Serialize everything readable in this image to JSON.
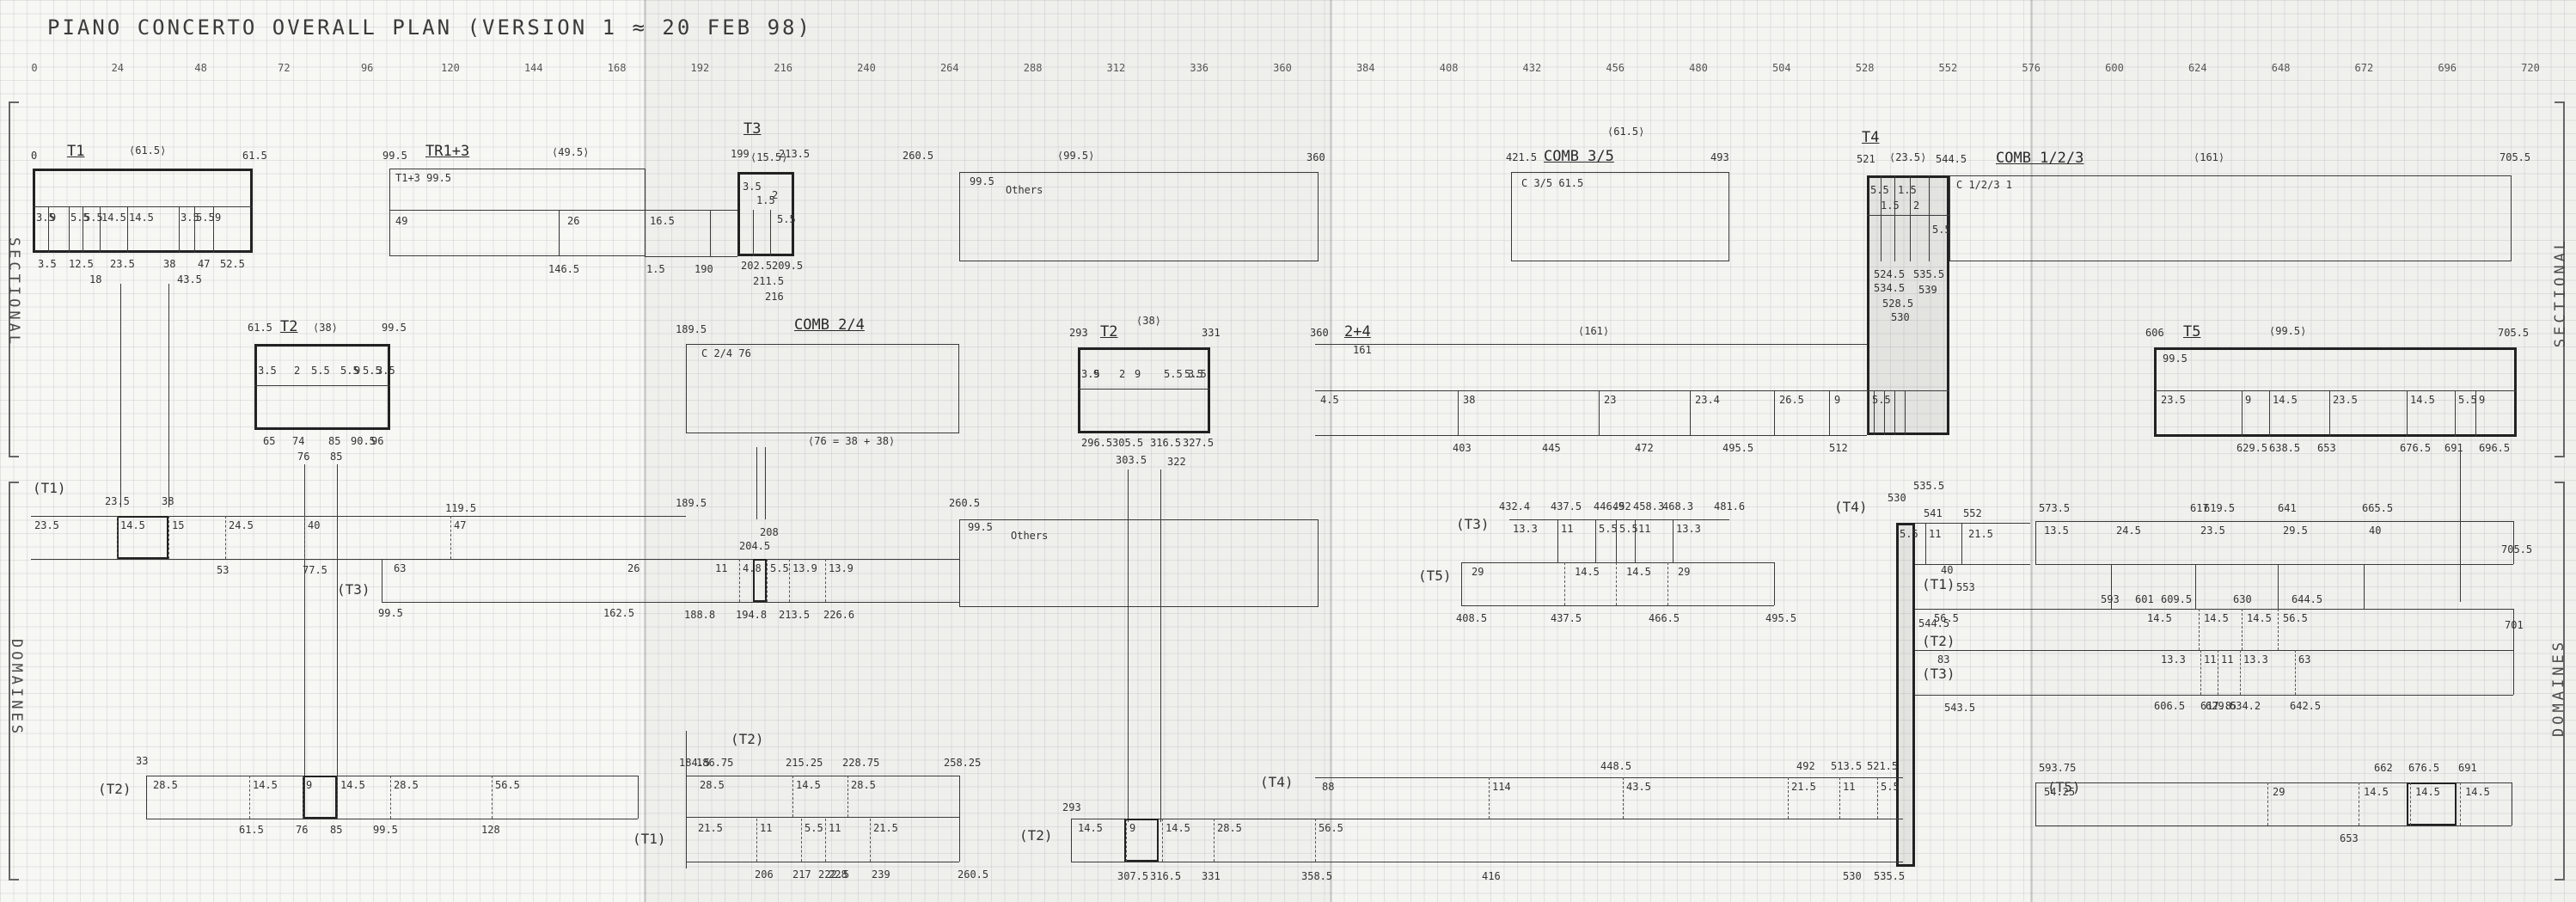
{
  "title": "PIANO CONCERTO OVERALL PLAN (VERSION 1 ≈ 20 FEB 98)",
  "axis_ticks": [
    "0",
    "24",
    "48",
    "72",
    "96",
    "120",
    "144",
    "168",
    "192",
    "216",
    "240",
    "264",
    "288",
    "312",
    "336",
    "360",
    "384",
    "408",
    "432",
    "456",
    "480",
    "504",
    "528",
    "552",
    "576",
    "600",
    "624",
    "648",
    "672",
    "696",
    "720"
  ],
  "side_labels": {
    "sectional_left": "SECTIONAL",
    "sectional_right": "SECTIONAL",
    "domaines_left": "DOMAINES",
    "domaines_right": "DOMAINES"
  },
  "sectional": {
    "t1": {
      "name": "T1",
      "duration": "⟨61.5⟩",
      "start": "0",
      "end": "61.5",
      "segments": [
        "3.5",
        "9",
        "5.5",
        "5.5",
        "14.5",
        "14.5",
        "3.5",
        "5.5",
        "9"
      ],
      "below": [
        "3.5",
        "12.5",
        "23.5",
        "38",
        "47",
        "52.5"
      ],
      "below2": [
        "18",
        "43.5"
      ]
    },
    "tr13": {
      "name": "TR1+3",
      "duration": "⟨49.5⟩",
      "start": "99.5",
      "inner": "T1+3  99.5",
      "left_val": "49",
      "mid_val": "26",
      "end_val": "146.5"
    },
    "t3": {
      "name": "T3",
      "duration": "⟨15.5⟩",
      "start": "199",
      "end": "213.5",
      "left_val": "16.5",
      "inner": [
        "3.5",
        "1.5",
        "2",
        "5.5"
      ],
      "below": [
        "1.5",
        "190",
        "202.5",
        "209.5",
        "211.5",
        "216"
      ]
    },
    "other1": {
      "start": "260.5",
      "duration": "⟨99.5⟩",
      "end": "360",
      "inner_num": "99.5",
      "inner_text": "Others"
    },
    "comb35": {
      "name": "COMB 3/5",
      "duration": "⟨61.5⟩",
      "start": "421.5",
      "end": "493",
      "inner": "C 3/5  61.5"
    },
    "t4": {
      "name": "T4",
      "duration": "⟨23.5⟩",
      "start": "521",
      "end": "544.5",
      "inner": [
        "5.5",
        "1.5",
        "1.5",
        "2",
        "5.5"
      ],
      "below": [
        "524.5",
        "535.5",
        "534.5",
        "539",
        "528.5",
        "530"
      ]
    },
    "comb123": {
      "name": "COMB 1/2/3",
      "duration": "⟨161⟩",
      "start": "544.5",
      "end": "705.5",
      "inner": "C 1/2/3  1"
    },
    "t2a": {
      "name": "T2",
      "duration": "⟨38⟩",
      "start": "61.5",
      "end": "99.5",
      "segments": [
        "3.5",
        "2",
        "5.5",
        "5.5",
        "9",
        "5.5",
        "3.5"
      ],
      "below": [
        "65",
        "74",
        "85",
        "90.5",
        "96"
      ],
      "below2": [
        "76",
        "85"
      ]
    },
    "comb24": {
      "name": "COMB 2/4",
      "duration": "⟨76 = 38 + 38⟩",
      "start": "189.5",
      "inner": "C 2/4  76"
    },
    "t2b": {
      "name": "T2",
      "duration": "⟨38⟩",
      "start": "293",
      "end": "331",
      "segments": [
        "3.5",
        "2",
        "3.5",
        "9",
        "9",
        "5.5",
        "5.5"
      ],
      "below": [
        "296.5",
        "305.5",
        "316.5",
        "327.5"
      ],
      "below2": [
        "303.5",
        "322"
      ]
    },
    "t24": {
      "name": "2+4",
      "duration": "⟨161⟩",
      "start": "360",
      "inner": "161",
      "segments": [
        "4.5",
        "38",
        "23",
        "23.4",
        "26.5",
        "9",
        "5.5"
      ],
      "below": [
        "403",
        "445",
        "472",
        "495.5",
        "512"
      ]
    },
    "t5": {
      "name": "T5",
      "duration": "⟨99.5⟩",
      "start": "606",
      "end": "705.5",
      "inner": "99.5",
      "segments": [
        "23.5",
        "9",
        "14.5",
        "23.5",
        "14.5",
        "5.5",
        "9"
      ],
      "below": [
        "629.5",
        "638.5",
        "653",
        "676.5",
        "691",
        "696.5"
      ]
    }
  },
  "domaines": {
    "row_t1": {
      "tag": "(T1)",
      "segments": [
        "23.5",
        "14.5",
        "15",
        "24.5",
        "40",
        "47"
      ],
      "above": [
        "23.5",
        "38",
        "119.5"
      ],
      "below": [
        "53",
        "77.5"
      ]
    },
    "row_t3a": {
      "tag": "(T3)",
      "segments": [
        "63",
        "26"
      ],
      "below": [
        "99.5",
        "162.5"
      ]
    },
    "row_comb": {
      "segments": [
        "11",
        "4.8",
        "5.5",
        "13.9",
        "13.9"
      ],
      "above": [
        "189.5",
        "208",
        "204.5"
      ],
      "below": [
        "188.8",
        "194.8",
        "213.5",
        "226.6"
      ]
    },
    "row_other2": {
      "start": "260.5",
      "inner_num": "99.5",
      "inner_text": "Others"
    },
    "row_t3b": {
      "tag": "(T3)",
      "segments": [
        "13.3",
        "11",
        "5.5",
        "5.5",
        "11",
        "13.3"
      ],
      "above": [
        "432.4",
        "437.5",
        "446.9",
        "452",
        "458.3",
        "468.3",
        "481.6"
      ]
    },
    "row_t5a": {
      "tag": "(T5)",
      "segments": [
        "29",
        "14.5",
        "14.5",
        "29"
      ],
      "below": [
        "408.5",
        "437.5",
        "466.5",
        "495.5"
      ]
    },
    "row_t4a": {
      "tag": "(T4)",
      "above": [
        "530",
        "535.5",
        "541",
        "552"
      ],
      "segments": [
        "5.5",
        "11",
        "21.5"
      ]
    },
    "row_t1b": {
      "tag": "(T1)",
      "segments": [
        "40",
        "553"
      ],
      "below": [
        "544.5"
      ]
    },
    "row_t2b": {
      "tag": "(T2)",
      "segments": [
        "56.5"
      ]
    },
    "row_t3c": {
      "tag": "(T3)",
      "segments": [
        "83"
      ],
      "below": [
        "543.5"
      ]
    },
    "right_block": {
      "above": [
        "573.5",
        "617",
        "619.5",
        "641",
        "665.5"
      ],
      "row1": [
        "13.5",
        "24.5",
        "23.5",
        "29.5",
        "40"
      ],
      "row1_below": [
        "593",
        "601",
        "609.5",
        "630",
        "644.5"
      ],
      "row2": [
        "14.5",
        "14.5",
        "14.5",
        "56.5"
      ],
      "row3": [
        "13.3",
        "11",
        "11",
        "13.3",
        "63"
      ],
      "row3_below": [
        "606.5",
        "617.8",
        "629.5",
        "634.2",
        "642.5"
      ],
      "end": "705.5",
      "end2": "701"
    },
    "row_t2a": {
      "tag": "(T2)",
      "above": [
        "33"
      ],
      "segments": [
        "28.5",
        "14.5",
        "9",
        "14.5",
        "28.5",
        "56.5"
      ],
      "below": [
        "61.5",
        "76",
        "85",
        "99.5",
        "128"
      ]
    },
    "row_t2c": {
      "tag": "(T2)",
      "above": [
        "184.5",
        "186.75",
        "215.25",
        "228.75",
        "258.25"
      ],
      "segments": [
        "28.5",
        "14.5",
        "28.5"
      ]
    },
    "row_t1c": {
      "tag": "(T1)",
      "segments": [
        "21.5",
        "11",
        "5.5",
        "11",
        "21.5"
      ],
      "below": [
        "206",
        "217",
        "228",
        "239",
        "260.5",
        "222.5"
      ]
    },
    "row_t2d": {
      "tag": "(T2)",
      "above": [
        "293"
      ],
      "segments": [
        "14.5",
        "9",
        "14.5",
        "28.5",
        "56.5"
      ],
      "below": [
        "307.5",
        "316.5",
        "331",
        "358.5"
      ]
    },
    "row_t4b": {
      "tag": "(T4)",
      "above": [
        "448.5",
        "492",
        "513.5",
        "521.5"
      ],
      "segments": [
        "88",
        "114",
        "43.5",
        "21.5",
        "11",
        "5.5"
      ],
      "below": [
        "416",
        "530",
        "535.5"
      ]
    },
    "row_t5b": {
      "tag": "(T5)",
      "above": [
        "593.75",
        "662",
        "676.5",
        "691"
      ],
      "segments": [
        "54.25",
        "29",
        "14.5",
        "14.5",
        "14.5"
      ],
      "below": [
        "653"
      ]
    }
  }
}
